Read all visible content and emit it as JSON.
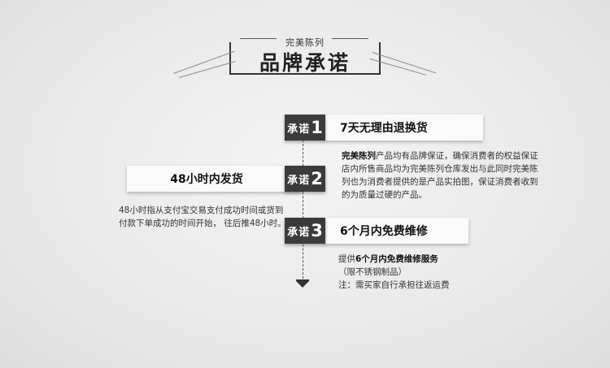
{
  "header": {
    "subtitle": "完美陈列",
    "title": "品牌承诺"
  },
  "promises": [
    {
      "badge_text": "承诺",
      "badge_number": "1",
      "title": "7天无理由退换货",
      "desc_bold": "完美陈列",
      "desc_rest": "产品均有品牌保证，确保消费者的权益保证店内所售商品均为完美陈列仓库发出与此同时完美陈列也为消费者提供的是产品实拍图，保证消费者收到的为质量过硬的产品。"
    },
    {
      "badge_text": "承诺",
      "badge_number": "2",
      "title": "48小时内发货",
      "desc": "48小时指从支付宝交易支付成功时间或货到付款下单成功的时间开始， 往后推48小时。"
    },
    {
      "badge_text": "承诺",
      "badge_number": "3",
      "title": "6个月内免费维修",
      "desc_prefix": "提供",
      "desc_bold": "6个月内免费维修服务",
      "desc_line2": "（限不锈钢制品）",
      "desc_line3": "注：需买家自行承担往返运费"
    }
  ]
}
